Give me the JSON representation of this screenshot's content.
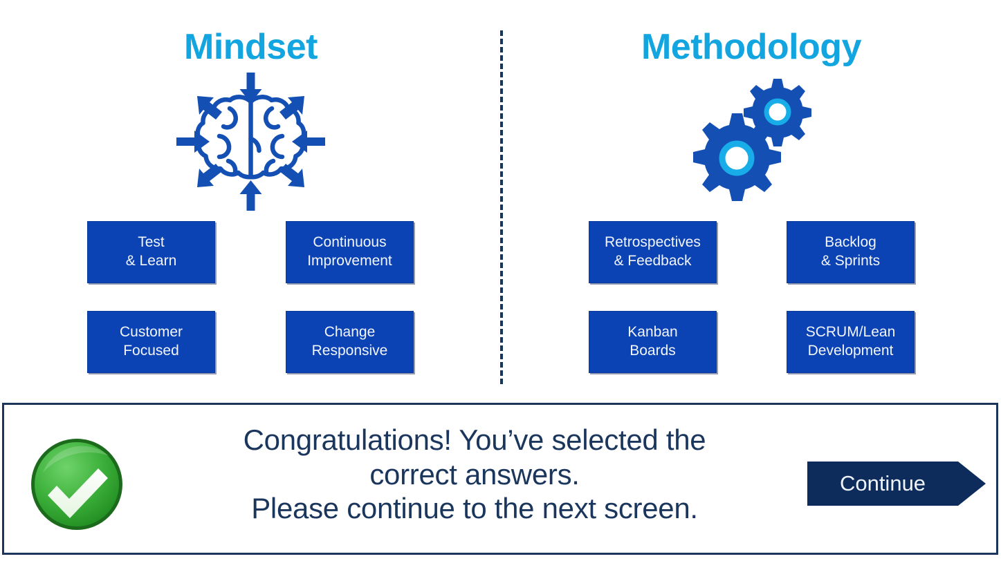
{
  "colors": {
    "title_cyan": "#12A5E0",
    "box_blue": "#0B42B4",
    "navy": "#1B365D",
    "check_green": "#34A836",
    "button_navy": "#0E2C5B"
  },
  "columns": [
    {
      "title": "Mindset",
      "icon": "brain-icon",
      "options": [
        {
          "line1": "Test",
          "line2": "& Learn"
        },
        {
          "line1": "Continuous",
          "line2": "Improvement"
        },
        {
          "line1": "Customer",
          "line2": "Focused"
        },
        {
          "line1": "Change",
          "line2": "Responsive"
        }
      ]
    },
    {
      "title": "Methodology",
      "icon": "gears-icon",
      "options": [
        {
          "line1": "Retrospectives",
          "line2": "& Feedback"
        },
        {
          "line1": "Backlog",
          "line2": "& Sprints"
        },
        {
          "line1": "Kanban",
          "line2": "Boards"
        },
        {
          "line1": "SCRUM/Lean",
          "line2": "Development"
        }
      ]
    }
  ],
  "feedback": {
    "status_icon": "green-check-icon",
    "message_line1": "Congratulations! You’ve selected the",
    "message_line2": "correct answers.",
    "message_line3": "Please continue to the next screen.",
    "continue_label": "Continue"
  }
}
